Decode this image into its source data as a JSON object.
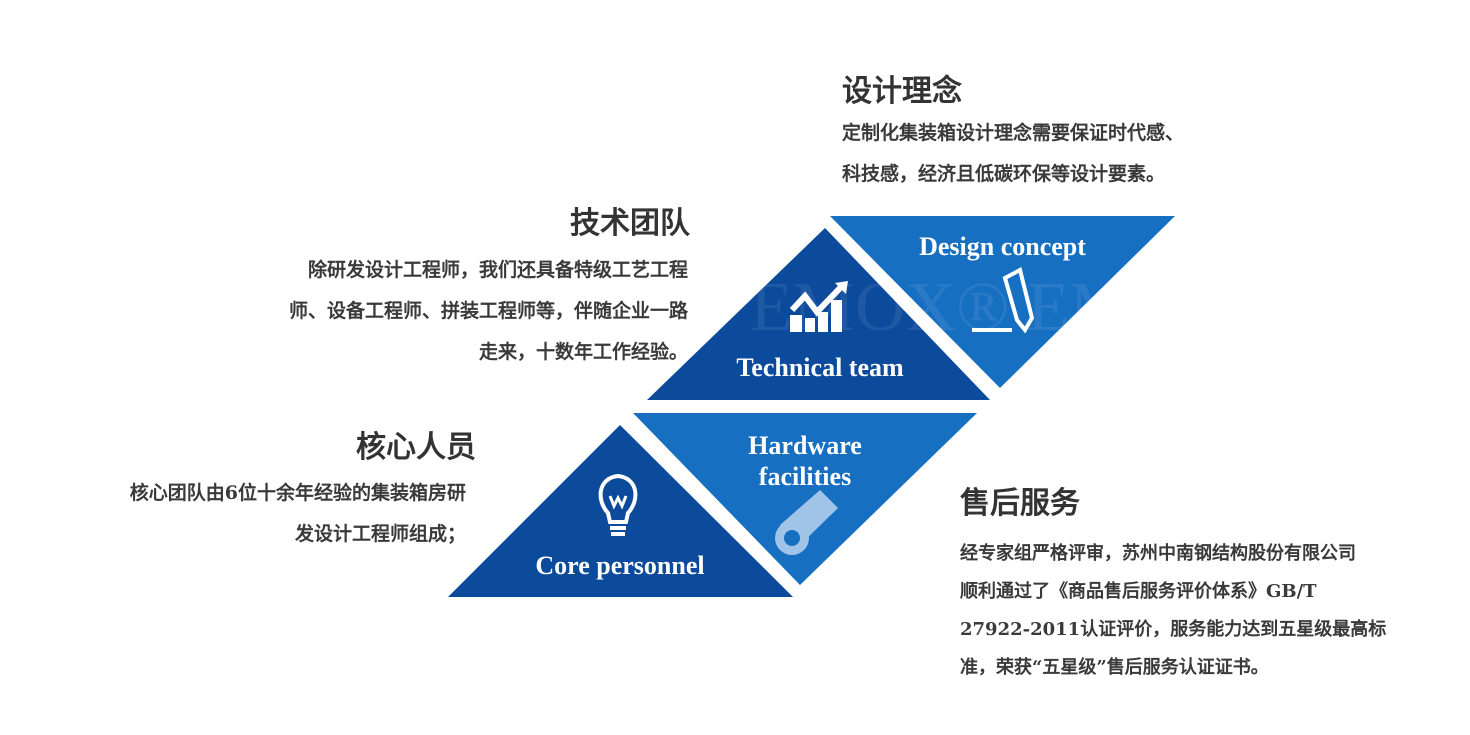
{
  "design": {
    "title": "设计理念",
    "lines": [
      "定制化集装箱设计理念需要保证时代感、",
      "科技感，经济且低碳环保等设计要素。"
    ],
    "label": "Design concept",
    "icon": "pencil-icon"
  },
  "tech": {
    "title": "技术团队",
    "lines": [
      "除研发设计工程师，我们还具备特级工艺工程",
      "师、设备工程师、拼装工程师等，伴随企业一路",
      "走来，十数年工作经验。"
    ],
    "label": "Technical team",
    "icon": "growth-chart-icon"
  },
  "core": {
    "title": "核心人员",
    "lines": [
      "核心团队由6位十余年经验的集装箱房研",
      "发设计工程师组成；"
    ],
    "label": "Core personnel",
    "icon": "lightbulb-icon"
  },
  "hardware": {
    "label_lines": [
      "Hardware",
      "facilities"
    ],
    "icon": "pipe-icon"
  },
  "service": {
    "title": "售后服务",
    "lines": [
      "经专家组严格评审，苏州中南钢结构股份有限公司",
      "顺利通过了《商品售后服务评价体系》GB/T",
      "27922-2011认证评价，服务能力达到五星级最高标",
      "准，荣获“五星级”售后服务认证证书。"
    ]
  },
  "watermark": "EMOX®",
  "colors": {
    "dark": "#0c4a9b",
    "light": "#176fc2"
  }
}
